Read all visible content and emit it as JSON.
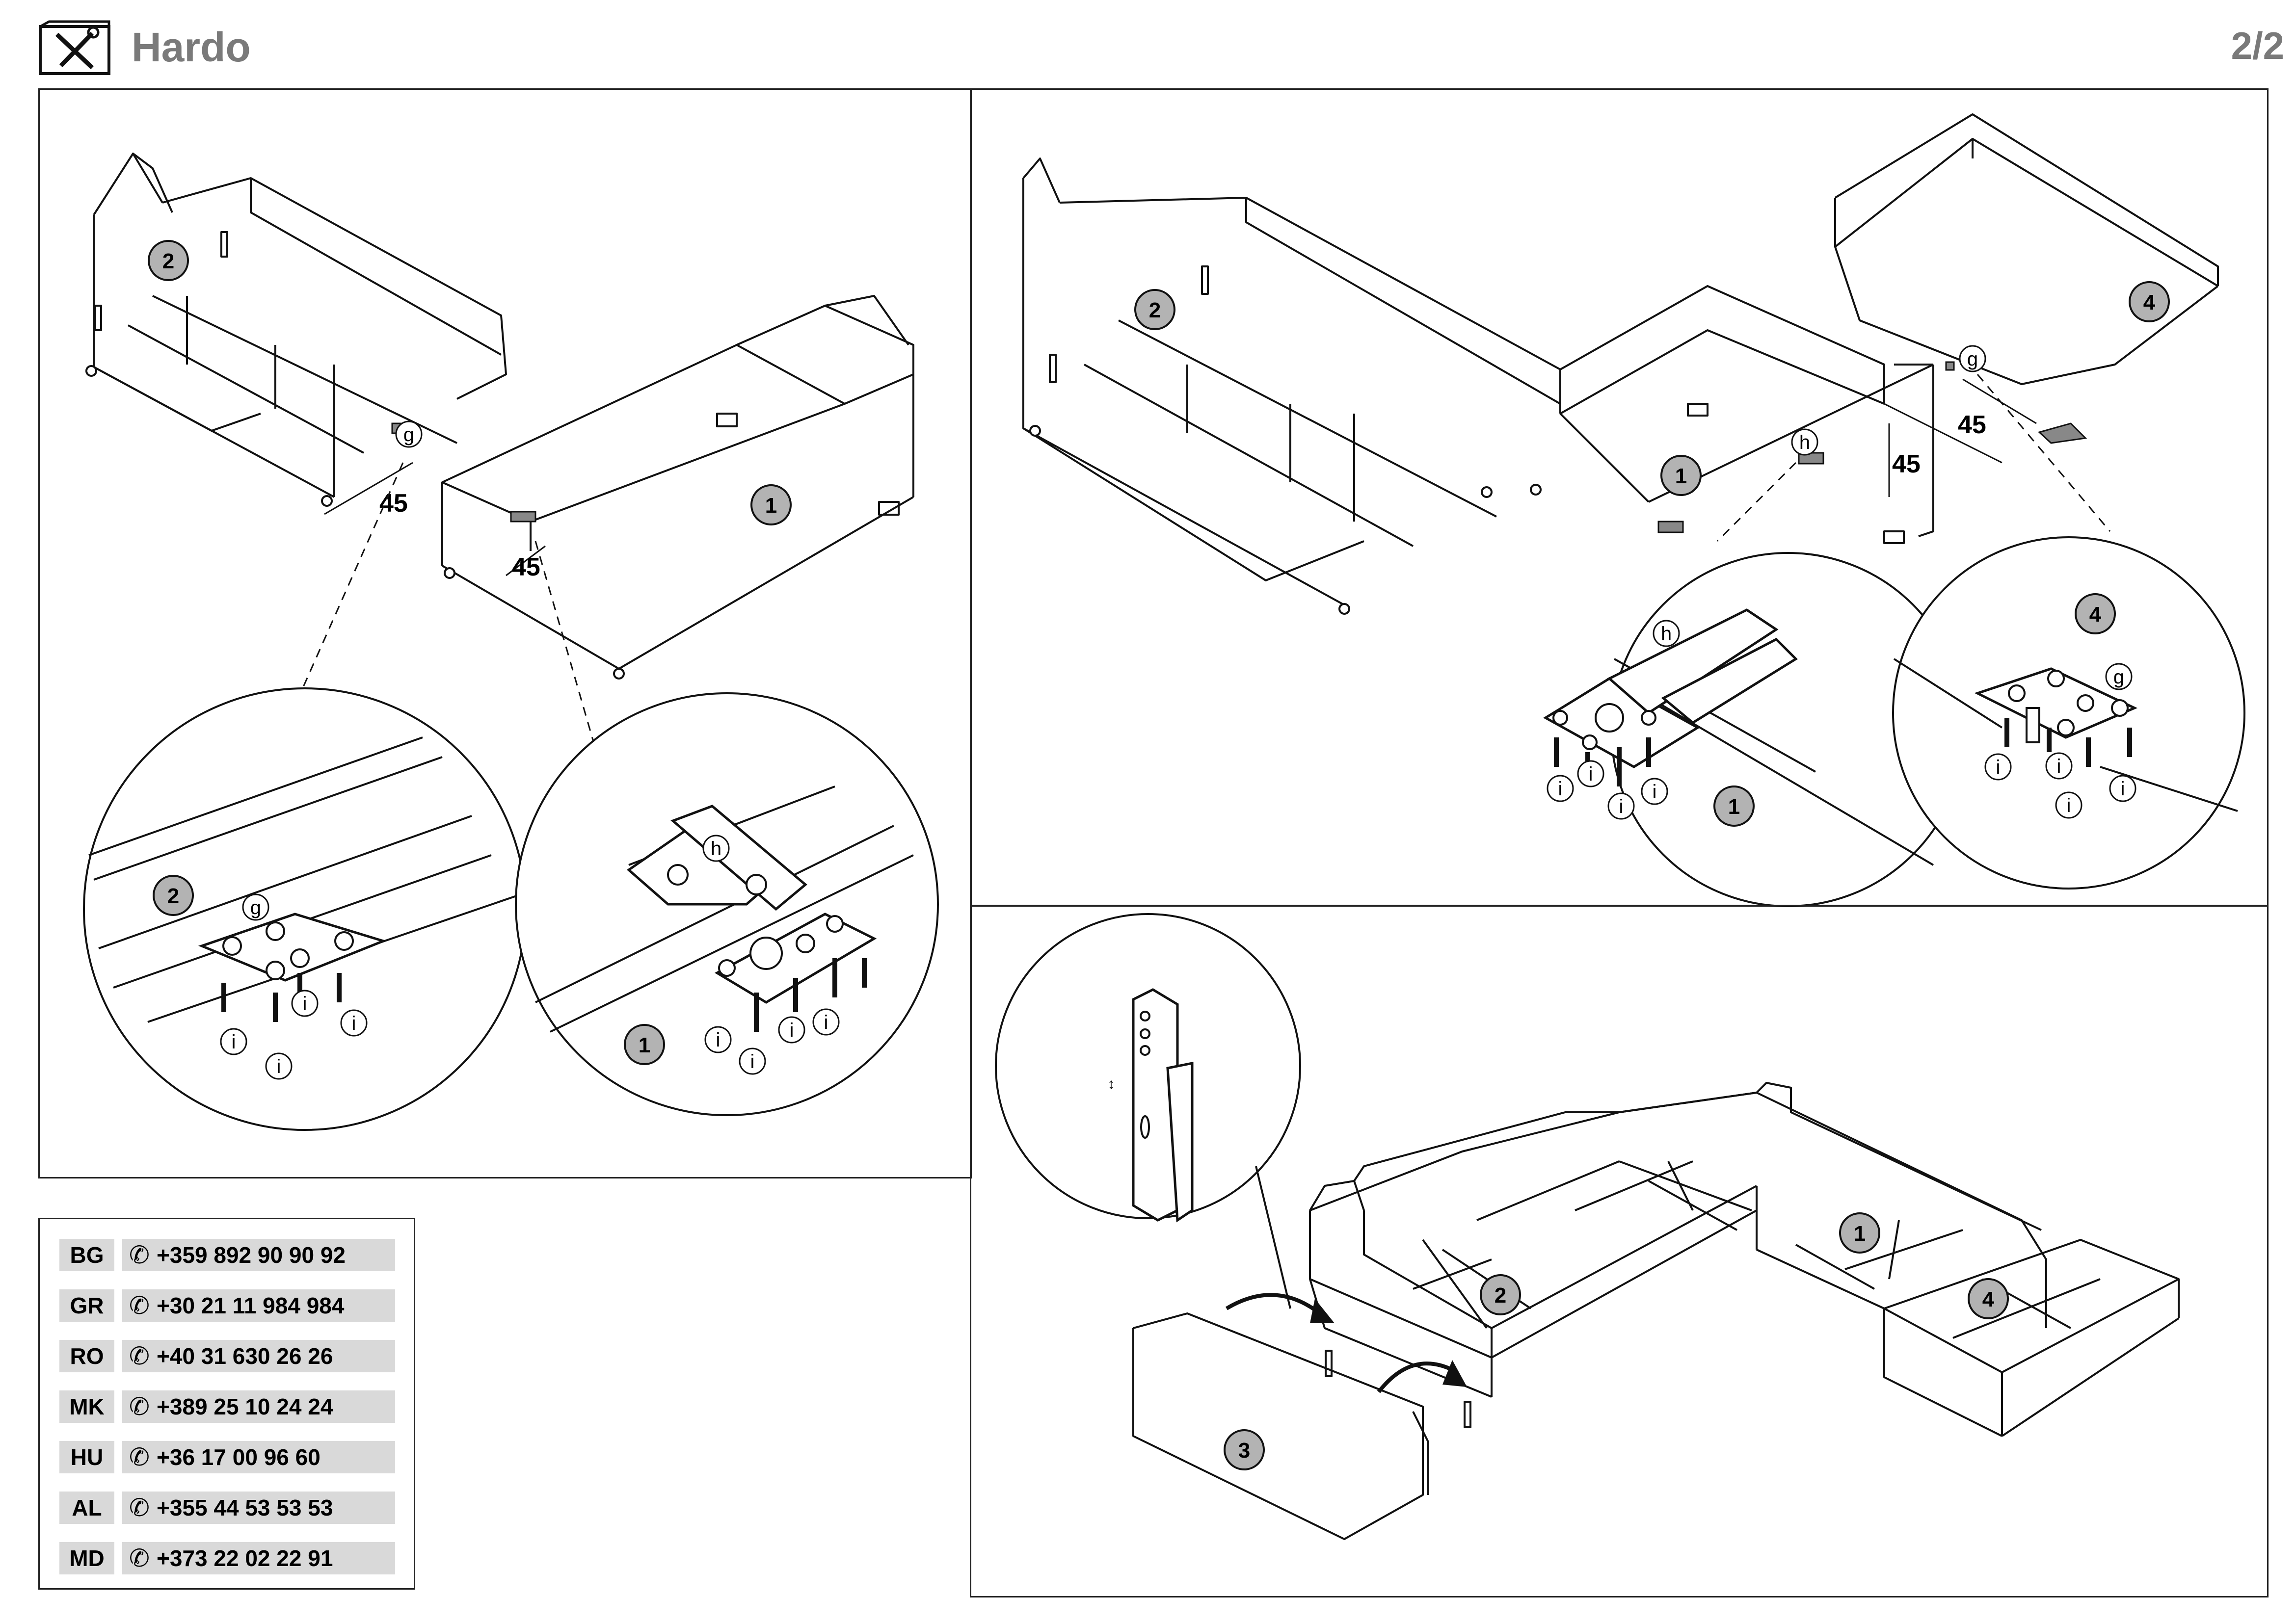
{
  "header": {
    "title": "Hardo",
    "page": "2/2"
  },
  "steps": {
    "left": {
      "dim_a": "45",
      "dim_b": "45",
      "label_g": "g",
      "label_h": "h",
      "label_i": "i",
      "part_1": "1",
      "part_2": "2"
    },
    "right": {
      "dim_a": "45",
      "dim_b": "45",
      "label_g": "g",
      "label_h": "h",
      "label_i": "i",
      "part_1": "1",
      "part_2": "2",
      "part_4": "4"
    },
    "bottom": {
      "part_1": "1",
      "part_2": "2",
      "part_3": "3",
      "part_4": "4"
    }
  },
  "phones": [
    {
      "code": "BG",
      "number": "+359 892 90 90 92"
    },
    {
      "code": "GR",
      "number": "+30 21 11 984 984"
    },
    {
      "code": "RO",
      "number": "+40 31 630 26 26"
    },
    {
      "code": "MK",
      "number": "+389 25 10 24 24"
    },
    {
      "code": "HU",
      "number": "+36 17 00 96 60"
    },
    {
      "code": "AL",
      "number": "+355 44 53 53 53"
    },
    {
      "code": "MD",
      "number": "+373 22 02 22 91"
    }
  ]
}
